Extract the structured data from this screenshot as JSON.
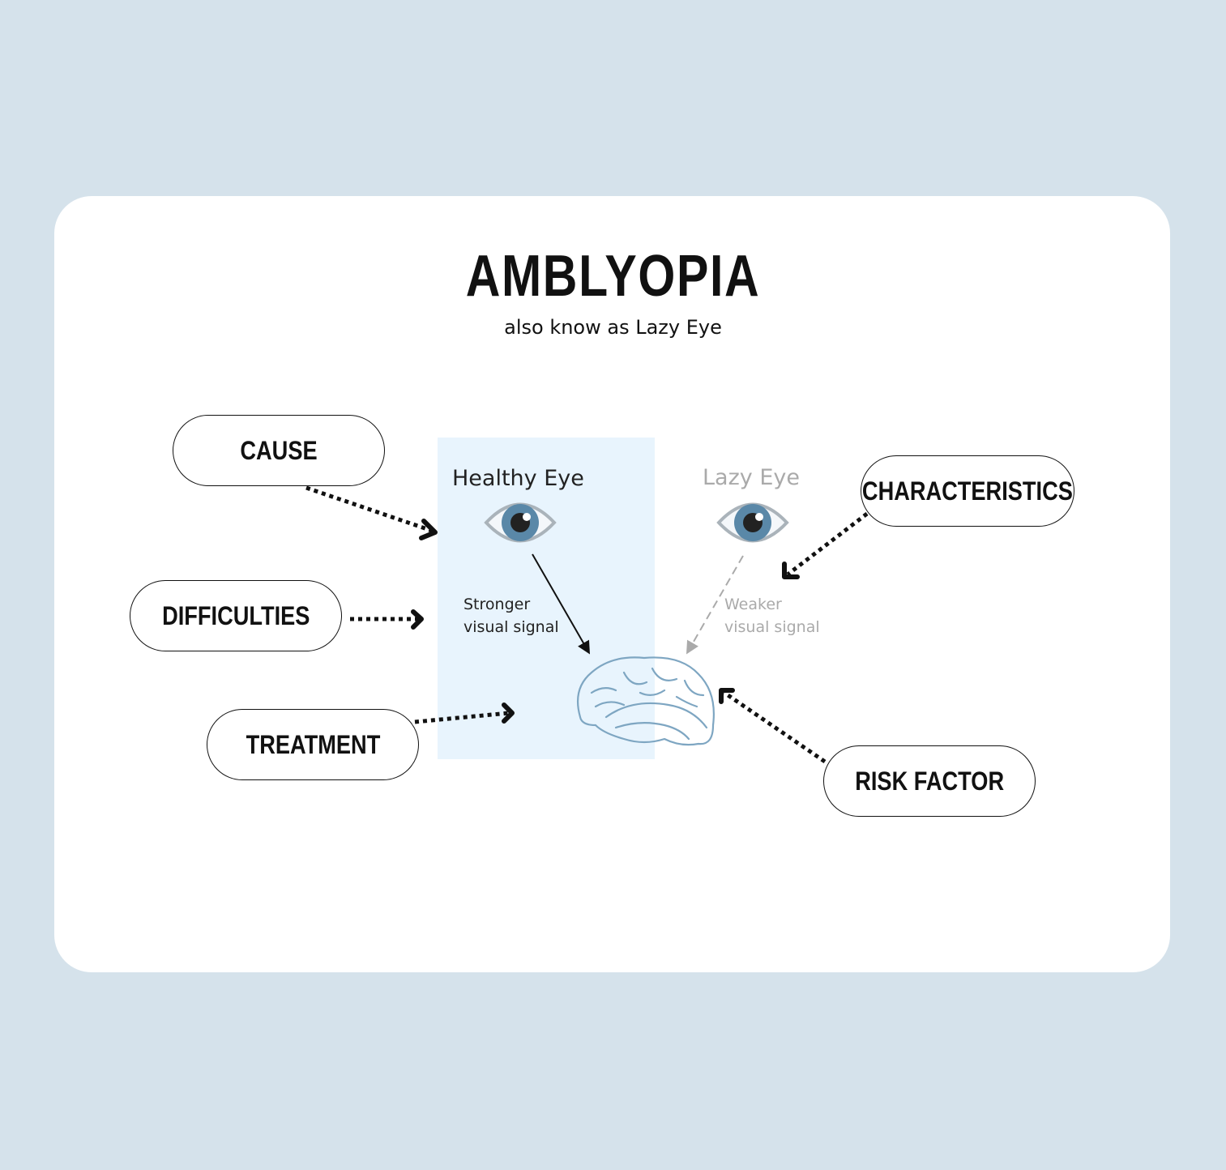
{
  "title": "AMBLYOPIA",
  "subtitle": "also know as Lazy Eye",
  "nodes": {
    "cause": "CAUSE",
    "difficulties": "DIFFICULTIES",
    "treatment": "TREATMENT",
    "characteristics": "CHARACTERISTICS",
    "risk_factor": "RISK FACTOR"
  },
  "healthy_eye": {
    "label": "Healthy Eye",
    "signal_line1": "Stronger",
    "signal_line2": "visual signal"
  },
  "lazy_eye": {
    "label": "Lazy Eye",
    "signal_line1": "Weaker",
    "signal_line2": "visual signal"
  },
  "colors": {
    "background": "#d5e2eb",
    "panel": "#e8f4fd",
    "iris": "#5a88a8",
    "brain": "#7ea6c2",
    "faded": "#aaaaaa"
  }
}
